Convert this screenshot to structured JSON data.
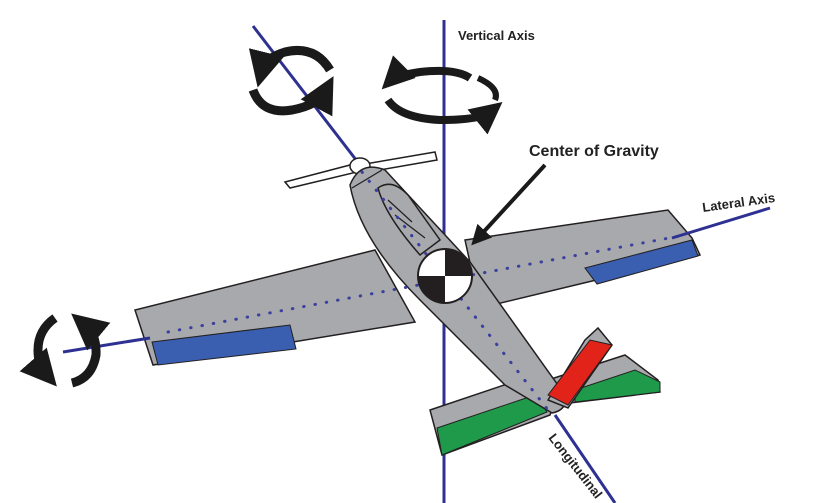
{
  "labels": {
    "vertical_axis": "Vertical Axis",
    "center_of_gravity": "Center of Gravity",
    "lateral_axis": "Lateral Axis",
    "longitudinal_axis": "Longitudinal"
  },
  "colors": {
    "axis": "#2e3192",
    "fuselage": "#a7a9ac",
    "outline": "#231f20",
    "aileron": "#3a5fb0",
    "elevator": "#1e9a4a",
    "rudder": "#e2231a",
    "arrow": "#1a1a1a",
    "dots": "#3b3f9e"
  },
  "icons": [
    "roll-arrows-icon",
    "pitch-arrows-icon",
    "yaw-arrows-icon",
    "center-of-gravity-icon",
    "propeller-icon"
  ]
}
